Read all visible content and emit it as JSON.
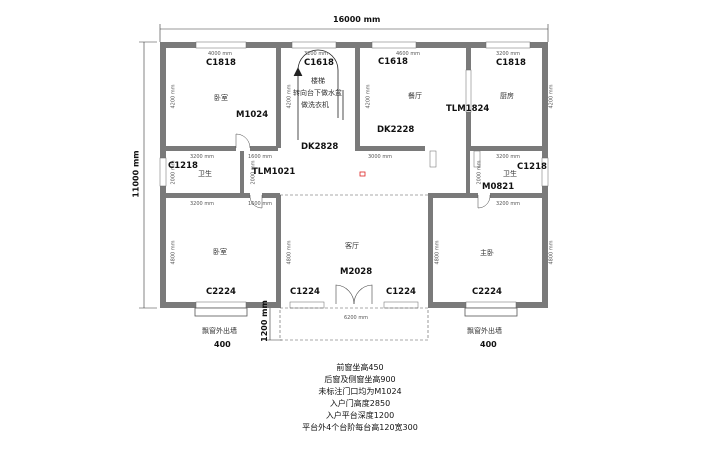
{
  "overall": {
    "width": "16000 mm",
    "depth": "11000 mm",
    "porch_depth": "1200 mm"
  },
  "dims_h": [
    "4000 mm",
    "3200 mm",
    "4600 mm",
    "3200 mm",
    "3200 mm",
    "1600 mm",
    "3000 mm",
    "3200 mm",
    "3200 mm",
    "1600 mm",
    "3200 mm",
    "6200 mm"
  ],
  "dims_v": [
    "4200 mm",
    "4200 mm",
    "4200 mm",
    "4200 mm",
    "2000 mm",
    "2000 mm",
    "2000 mm",
    "4800 mm",
    "4800 mm",
    "4800 mm",
    "4800 mm"
  ],
  "codes": {
    "c1818_left": "C1818",
    "c1618_stair": "C1618",
    "c1618_dining": "C1618",
    "c1818_right": "C1818",
    "m1024": "M1024",
    "tlm1824": "TLM1824",
    "dk2828": "DK2828",
    "dk2228": "DK2228",
    "c1218_left": "C1218",
    "c1218_right": "C1218",
    "tlm1021": "TLM1021",
    "m0821": "M0821",
    "c2224_left": "C2224",
    "c2224_right": "C2224",
    "c1224_left": "C1224",
    "c1224_right": "C1224",
    "m2028": "M2028"
  },
  "rooms": {
    "bedroom_nw": "卧室",
    "kitchen": "厨房",
    "dining": "餐厅",
    "wc_left": "卫生",
    "wc_right": "卫生",
    "bedroom_sw": "卧室",
    "living": "客厅",
    "master": "主卧"
  },
  "stair_text": [
    "楼梯",
    "转向台下做水盆",
    "做洗衣机"
  ],
  "bay": {
    "label_left": "飘窗外出墙",
    "label_right": "飘窗外出墙",
    "value_left": "400",
    "value_right": "400"
  },
  "notes": [
    "前窗坐高450",
    "后窗及侧窗坐高900",
    "未标注门口均为M1024",
    "入户门高度2850",
    "入户平台深度1200",
    "平台外4个台阶每台高120宽300"
  ]
}
